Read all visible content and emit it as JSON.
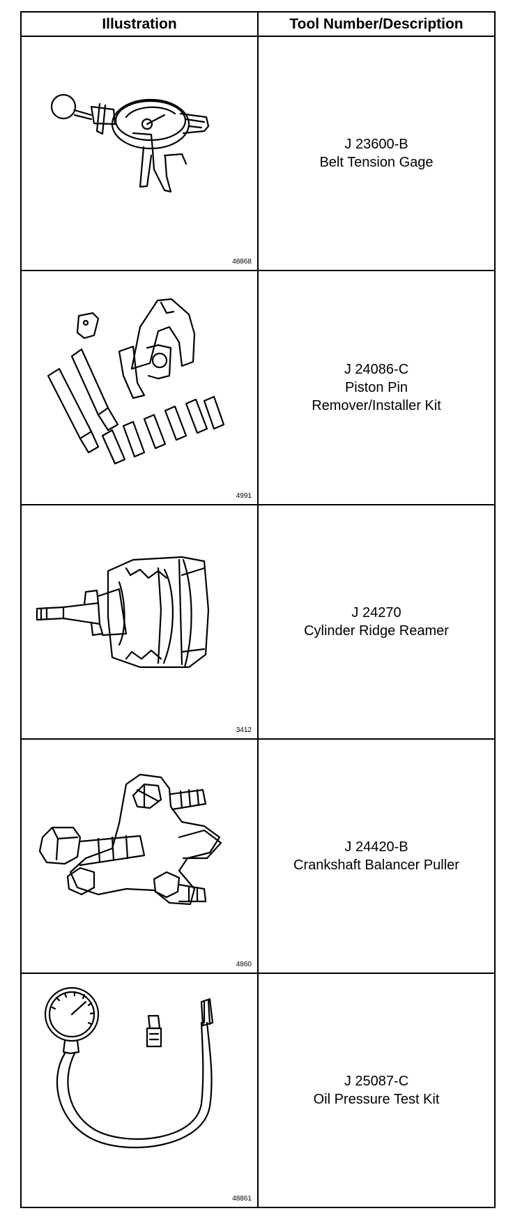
{
  "table": {
    "headers": [
      "Illustration",
      "Tool Number/Description"
    ],
    "rows": [
      {
        "figure": "48868",
        "tool_number": "J 23600-B",
        "description": "Belt Tension Gage",
        "icon": "belt-tension-gage-icon"
      },
      {
        "figure": "4991",
        "tool_number": "J 24086-C",
        "description": "Piston Pin\nRemover/Installer Kit",
        "icon": "piston-pin-kit-icon"
      },
      {
        "figure": "3412",
        "tool_number": "J 24270",
        "description": "Cylinder Ridge Reamer",
        "icon": "ridge-reamer-icon"
      },
      {
        "figure": "4860",
        "tool_number": "J 24420-B",
        "description": "Crankshaft Balancer Puller",
        "icon": "balancer-puller-icon"
      },
      {
        "figure": "48861",
        "tool_number": "J 25087-C",
        "description": "Oil Pressure Test Kit",
        "icon": "oil-pressure-kit-icon"
      }
    ]
  }
}
